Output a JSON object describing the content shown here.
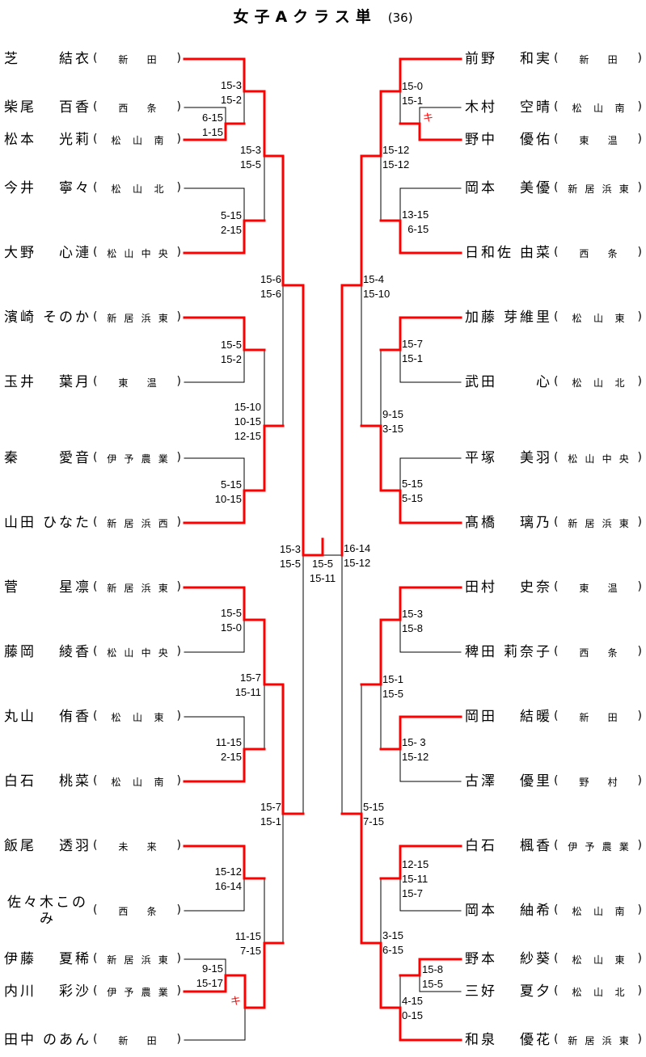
{
  "title": {
    "main": "女子Aクラス単",
    "count": "(36)"
  },
  "colors": {
    "winner_line": "#ff0000",
    "bracket_line": "#000000",
    "withdrawal_mark": "#ff0000"
  },
  "left": {
    "players": [
      {
        "family": "芝",
        "given": "結衣",
        "school": "新田"
      },
      {
        "family": "柴尾",
        "given": "百香",
        "school": "西条"
      },
      {
        "family": "松本",
        "given": "光莉",
        "school": "松山南"
      },
      {
        "family": "今井",
        "given": "寧々",
        "school": "松山北"
      },
      {
        "family": "大野",
        "given": "心漣",
        "school": "松山中央"
      },
      {
        "family": "濱崎",
        "given": "そのか",
        "school": "新居浜東"
      },
      {
        "family": "玉井",
        "given": "葉月",
        "school": "東温"
      },
      {
        "family": "秦",
        "given": "愛音",
        "school": "伊予農業"
      },
      {
        "family": "山田",
        "given": "ひなた",
        "school": "新居浜西"
      },
      {
        "family": "菅",
        "given": "星凛",
        "school": "新居浜東"
      },
      {
        "family": "藤岡",
        "given": "綾香",
        "school": "松山中央"
      },
      {
        "family": "丸山",
        "given": "侑香",
        "school": "松山東"
      },
      {
        "family": "白石",
        "given": "桃菜",
        "school": "松山南"
      },
      {
        "family": "飯尾",
        "given": "透羽",
        "school": "未来"
      },
      {
        "family": "佐々木",
        "given": "このみ",
        "school": "西条"
      },
      {
        "family": "伊藤",
        "given": "夏稀",
        "school": "新居浜東"
      },
      {
        "family": "内川",
        "given": "彩沙",
        "school": "伊予農業"
      },
      {
        "family": "田中",
        "given": "のあん",
        "school": "新田"
      }
    ],
    "scores": [
      {
        "games": [
          "15-3",
          "15-2"
        ]
      },
      {
        "games": [
          "6-15",
          "1-15"
        ]
      },
      {
        "games": [
          "5-15",
          "2-15"
        ]
      },
      {
        "games": [
          "15-3",
          "15-5"
        ]
      },
      {
        "games": [
          "15-5",
          "15-2"
        ]
      },
      {
        "games": [
          "5-15",
          "10-15"
        ]
      },
      {
        "games": [
          "15-10",
          "10-15",
          "12-15"
        ]
      },
      {
        "games": [
          "15-6",
          "15-6"
        ]
      },
      {
        "games": [
          "15-5",
          "15-0"
        ]
      },
      {
        "games": [
          "11-15",
          "2-15"
        ]
      },
      {
        "games": [
          "15-7",
          "15-11"
        ]
      },
      {
        "games": [
          "15-12",
          "16-14"
        ]
      },
      {
        "games": [
          "9-15",
          "15-17"
        ]
      },
      {
        "mark": "キ"
      },
      {
        "games": [
          "11-15",
          "7-15"
        ]
      },
      {
        "games": [
          "15-7",
          "15-1"
        ]
      },
      {
        "games": [
          "15-3",
          "15-5"
        ]
      }
    ]
  },
  "right": {
    "players": [
      {
        "family": "前野",
        "given": "和実",
        "school": "新田"
      },
      {
        "family": "木村",
        "given": "空晴",
        "school": "松山南"
      },
      {
        "family": "野中",
        "given": "優佑",
        "school": "東温"
      },
      {
        "family": "岡本",
        "given": "美優",
        "school": "新居浜東"
      },
      {
        "family": "日和佐",
        "given": "由菜",
        "school": "西条"
      },
      {
        "family": "加藤",
        "given": "芽維里",
        "school": "松山東"
      },
      {
        "family": "武田",
        "given": "心",
        "school": "松山北"
      },
      {
        "family": "平塚",
        "given": "美羽",
        "school": "松山中央"
      },
      {
        "family": "髙橋",
        "given": "璃乃",
        "school": "新居浜東"
      },
      {
        "family": "田村",
        "given": "史奈",
        "school": "東温"
      },
      {
        "family": "稗田",
        "given": "莉奈子",
        "school": "西条"
      },
      {
        "family": "岡田",
        "given": "結暖",
        "school": "新田"
      },
      {
        "family": "古澤",
        "given": "優里",
        "school": "野村"
      },
      {
        "family": "白石",
        "given": "楓香",
        "school": "伊予農業"
      },
      {
        "family": "岡本",
        "given": "紬希",
        "school": "松山南"
      },
      {
        "family": "野本",
        "given": "紗葵",
        "school": "松山東"
      },
      {
        "family": "三好",
        "given": "夏夕",
        "school": "松山北"
      },
      {
        "family": "和泉",
        "given": "優花",
        "school": "新居浜東"
      }
    ],
    "scores": [
      {
        "games": [
          "15-0",
          "15-1"
        ]
      },
      {
        "mark": "キ"
      },
      {
        "games": [
          "13-15",
          "  6-15"
        ]
      },
      {
        "games": [
          "15-12",
          "15-12"
        ]
      },
      {
        "games": [
          "15-7",
          "15-1"
        ]
      },
      {
        "games": [
          "5-15",
          "5-15"
        ]
      },
      {
        "games": [
          "9-15",
          "3-15"
        ]
      },
      {
        "games": [
          "15-4",
          "15-10"
        ]
      },
      {
        "games": [
          "15-3",
          "15-8"
        ]
      },
      {
        "games": [
          "15- 3",
          "15-12"
        ]
      },
      {
        "games": [
          "15-1",
          "15-5"
        ]
      },
      {
        "games": [
          "12-15",
          "15-11",
          "15-7"
        ]
      },
      {
        "games": [
          "15-8",
          "15-5"
        ]
      },
      {
        "games": [
          "4-15",
          "0-15"
        ]
      },
      {
        "games": [
          "3-15",
          "6-15"
        ]
      },
      {
        "games": [
          "5-15",
          "7-15"
        ]
      },
      {
        "games": [
          "16-14",
          "15-12"
        ]
      }
    ]
  },
  "final": {
    "games": [
      "15-5",
      "15-11"
    ]
  }
}
